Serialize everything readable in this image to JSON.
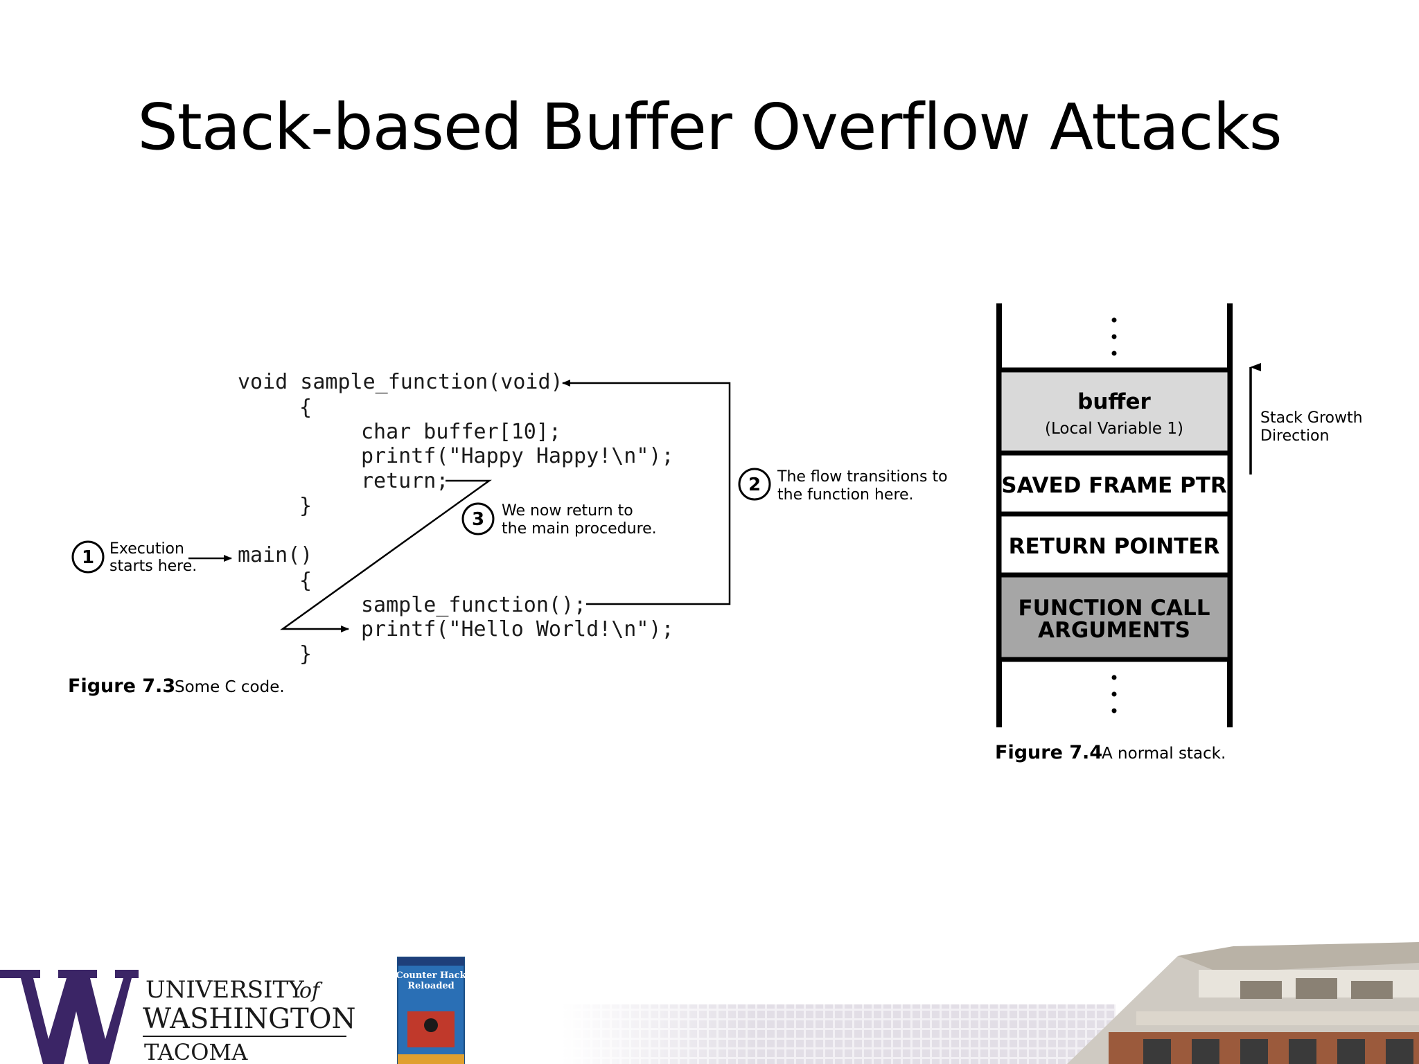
{
  "slide": {
    "title": "Stack-based Buffer Overflow Attacks"
  },
  "figure_code": {
    "lines": [
      "void sample_function(void)",
      "{",
      "char buffer[10];",
      "printf(\"Happy Happy!\\n\");",
      "return;",
      "}",
      "main()",
      "{",
      "sample_function();",
      "printf(\"Hello World!\\n\");",
      "}"
    ],
    "step1": {
      "num": "1",
      "line1": "Execution",
      "line2": "starts here."
    },
    "step2": {
      "num": "2",
      "line1": "The flow transitions to",
      "line2": "the function here."
    },
    "step3": {
      "num": "3",
      "line1": "We now return to",
      "line2": "the main procedure."
    },
    "caption_label": "Figure 7.3",
    "caption_text": "Some C code."
  },
  "figure_stack": {
    "buffer_label": "buffer",
    "buffer_sub": "(Local Variable 1)",
    "saved_frame": "SAVED FRAME PTR",
    "return_pointer": "RETURN POINTER",
    "args_line1": "FUNCTION CALL",
    "args_line2": "ARGUMENTS",
    "growth_line1": "Stack Growth",
    "growth_line2": "Direction",
    "caption_label": "Figure 7.4",
    "caption_text": "A normal stack.",
    "colors": {
      "buffer_fill": "#d9d9d9",
      "args_fill": "#a6a6a6"
    }
  },
  "footer": {
    "uw_line1": "UNIVERSITY",
    "uw_of": "of",
    "uw_line2": "WASHINGTON",
    "uw_line3": "TACOMA",
    "book_line1": "Counter Hack",
    "book_line2": "Reloaded",
    "brand_color": "#3b2566",
    "book_color": "#2a6fb5"
  }
}
